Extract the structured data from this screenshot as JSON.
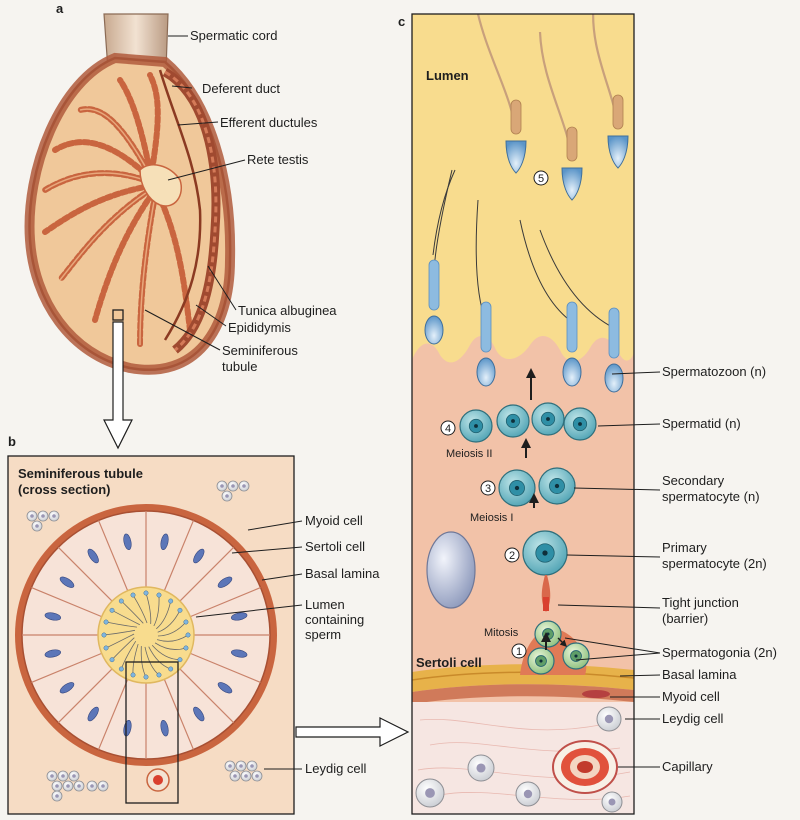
{
  "panels": {
    "a": "a",
    "b": "b",
    "c": "c"
  },
  "testis_labels": {
    "spermatic_cord": "Spermatic cord",
    "deferent_duct": "Deferent duct",
    "efferent_ductules": "Efferent ductules",
    "rete_testis": "Rete testis",
    "tunica_albuginea": "Tunica albuginea",
    "epididymis": "Epididymis",
    "seminiferous_l1": "Seminiferous",
    "seminiferous_l2": "tubule"
  },
  "tubule_section": {
    "title_l1": "Seminiferous tubule",
    "title_l2": "(cross section)",
    "myoid_cell": "Myoid cell",
    "sertoli_cell": "Sertoli cell",
    "basal_lamina": "Basal lamina",
    "lumen_l1": "Lumen",
    "lumen_l2": "containing",
    "lumen_l3": "sperm",
    "leydig_cell": "Leydig cell"
  },
  "epithelium": {
    "lumen": "Lumen",
    "step_5": "5",
    "step_4": "4",
    "step_3": "3",
    "step_2": "2",
    "step_1": "1",
    "meiosis_2": "Meiosis II",
    "meiosis_1": "Meiosis I",
    "mitosis": "Mitosis",
    "sertoli_cell": "Sertoli cell",
    "spermatozoon": "Spermatozoon (n)",
    "spermatid": "Spermatid (n)",
    "secondary_l1": "Secondary",
    "secondary_l2": "spermatocyte (n)",
    "primary_l1": "Primary",
    "primary_l2": "spermatocyte (2n)",
    "tight_l1": "Tight junction",
    "tight_l2": "(barrier)",
    "spermatogonia": "Spermatogonia (2n)",
    "basal_lamina": "Basal lamina",
    "myoid_cell": "Myoid cell",
    "leydig_cell": "Leydig cell",
    "capillary": "Capillary"
  },
  "colors": {
    "tunica": "#b05a3c",
    "tubule": "#c9653f",
    "epithelium": "#f2c2a8",
    "lumen": "#f8dc8e",
    "nucleus": "#2f8fa6",
    "sperm_head": "#7fb5df",
    "connective": "#f6e6e2"
  }
}
